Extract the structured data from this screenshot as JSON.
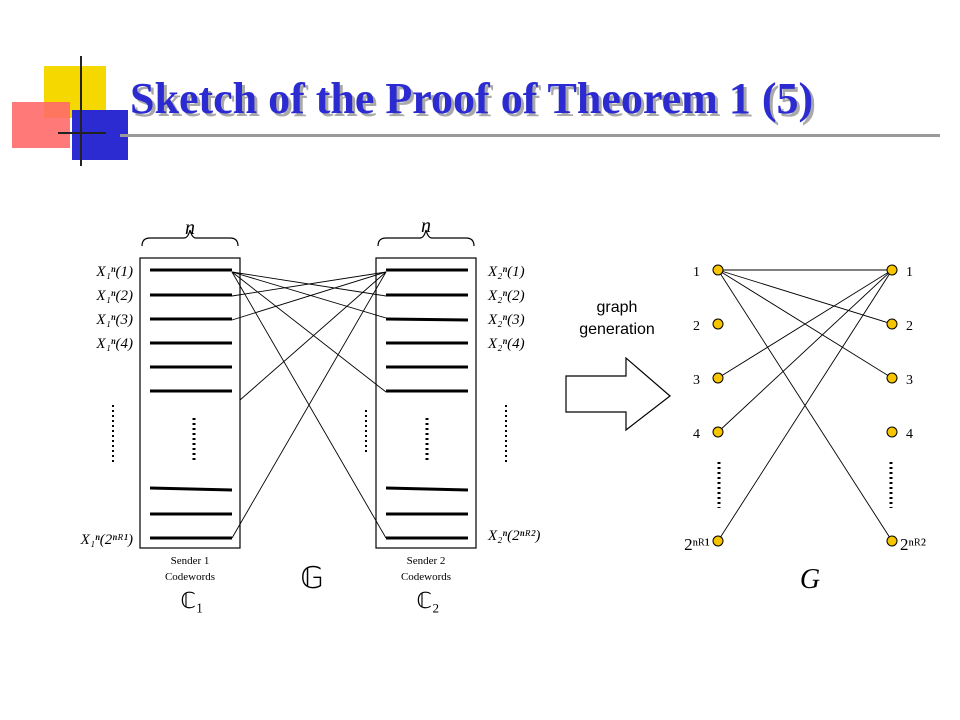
{
  "slide": {
    "title": "Sketch of the Proof of Theorem 1 (5)",
    "accent_colors": {
      "yellow": "#f5d800",
      "red": "#ff5f5f",
      "blue": "#2b2bd1",
      "title_shadow": "#a9a9a9",
      "node_fill": "#f6c500"
    }
  },
  "diagram": {
    "codebook1": {
      "brace_label": "n",
      "codeword_labels": [
        "X₁ⁿ(1)",
        "X₁ⁿ(2)",
        "X₁ⁿ(3)",
        "X₁ⁿ(4)"
      ],
      "last_label": "X₁ⁿ(2ⁿᴿ¹)",
      "caption_line1": "Sender 1",
      "caption_line2": "Codewords",
      "symbol": "ℂ₁"
    },
    "codebook2": {
      "brace_label": "n",
      "codeword_labels": [
        "X₂ⁿ(1)",
        "X₂ⁿ(2)",
        "X₂ⁿ(3)",
        "X₂ⁿ(4)"
      ],
      "last_label": "X₂ⁿ(2ⁿᴿ²)",
      "caption_line1": "Sender 2",
      "caption_line2": "Codewords",
      "symbol": "ℂ₂"
    },
    "set_symbol": "𝔾",
    "arrow_label_line1": "graph",
    "arrow_label_line2": "generation",
    "graph": {
      "left_labels": [
        "1",
        "2",
        "3",
        "4"
      ],
      "left_last": "2ⁿᴿ¹",
      "right_labels": [
        "1",
        "2",
        "3",
        "4"
      ],
      "right_last": "2ⁿᴿ²",
      "symbol": "G"
    }
  }
}
